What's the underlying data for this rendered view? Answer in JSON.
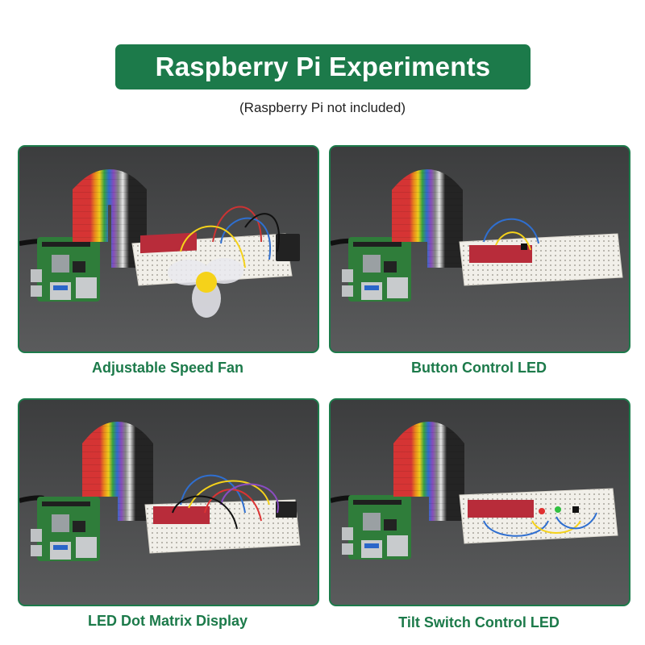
{
  "header": {
    "title": "Raspberry Pi Experiments",
    "subtitle": "(Raspberry Pi not included)"
  },
  "experiments": [
    {
      "caption": "Adjustable Speed Fan"
    },
    {
      "caption": "Button Control LED"
    },
    {
      "caption": "LED Dot Matrix Display"
    },
    {
      "caption": "Tilt Switch Control LED"
    }
  ],
  "colors": {
    "brand_green": "#1c7a4a",
    "panel_bg": "#4a4b4c",
    "pcb_green": "#2f7d3a",
    "breadboard": "#f1efe9",
    "gpio_adapter": "#b82c3a"
  }
}
